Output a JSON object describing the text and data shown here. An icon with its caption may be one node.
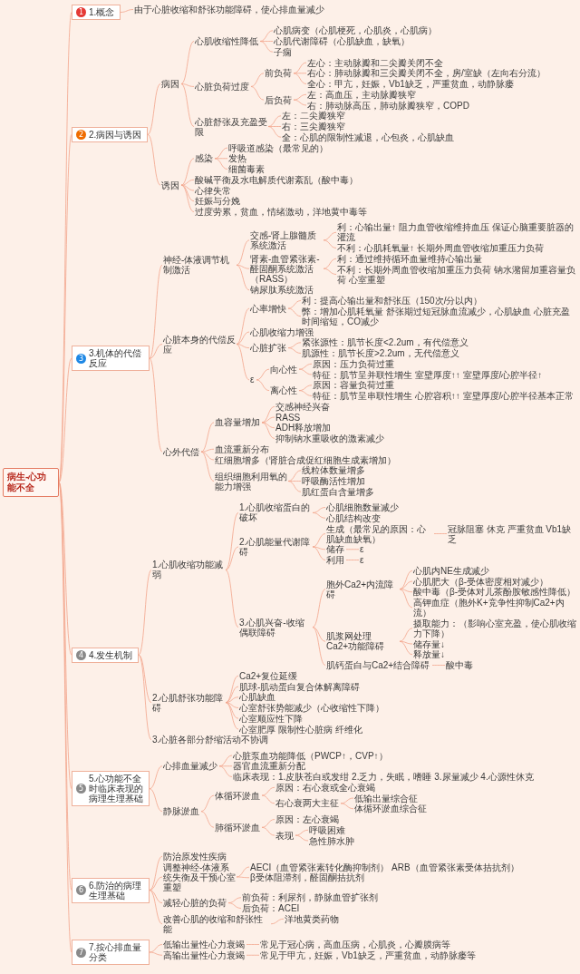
{
  "diagram": {
    "nodes": [
      {
        "text": [
          "病生-心功能不全"
        ]
      },
      {
        "text": [
          "1",
          "1.概念"
        ]
      },
      {
        "text": [
          "由于心脏收缩和舒张功能障碍，使心排血量减少"
        ]
      },
      {
        "text": [
          "2",
          "2.病因与诱因"
        ]
      },
      {
        "text": [
          "病因"
        ]
      },
      {
        "text": [
          "心肌收缩性降低"
        ]
      },
      {
        "text": [
          "心肌病变（心肌梗死，心肌炎，心肌病）"
        ]
      },
      {
        "text": [
          "心肌代谢障碍（心肌缺血，缺氧）"
        ]
      },
      {
        "text": [
          "子痫"
        ]
      },
      {
        "text": [
          "心脏负荷过度"
        ]
      },
      {
        "text": [
          "前负荷"
        ]
      },
      {
        "text": [
          "左心：主动脉瓣和二尖瓣关闭不全"
        ]
      },
      {
        "text": [
          "右心：肺动脉瓣和三尖瓣关闭不全，房/室缺（左向右分流）"
        ]
      },
      {
        "text": [
          "全心：甲亢，妊娠，Vb1缺乏，严重贫血，动静脉瘘"
        ]
      },
      {
        "text": [
          "后负荷"
        ]
      },
      {
        "text": [
          "左：高血压，主动脉瓣狭窄"
        ]
      },
      {
        "text": [
          "右：肺动脉高压，肺动脉瓣狭窄，COPD"
        ]
      },
      {
        "text": [
          "心脏舒张及充盈受限"
        ]
      },
      {
        "text": [
          "左：二尖瓣狭窄"
        ]
      },
      {
        "text": [
          "右：三尖瓣狭窄"
        ]
      },
      {
        "text": [
          "全：心肌的限制性减退，心包炎，心肌缺血"
        ]
      },
      {
        "text": [
          "诱因"
        ]
      },
      {
        "text": [
          "感染"
        ]
      },
      {
        "text": [
          "呼吸道感染（最常见的）"
        ]
      },
      {
        "text": [
          "发热"
        ]
      },
      {
        "text": [
          "细菌毒素"
        ]
      },
      {
        "text": [
          "酸碱平衡及水电解质代谢紊乱（酸中毒）"
        ]
      },
      {
        "text": [
          "心律失常"
        ]
      },
      {
        "text": [
          "妊娠与分娩"
        ]
      },
      {
        "text": [
          "过度劳累，贫血，情绪激动，洋地黄中毒等"
        ]
      },
      {
        "text": [
          "3",
          "3.机体的代偿反应"
        ]
      },
      {
        "text": [
          "神经-体液调节机制激活"
        ]
      },
      {
        "text": [
          "交感-肾上腺髓质系统激活"
        ]
      },
      {
        "text": [
          "利：心输出量↑ 阻力血管收缩维持血压 保证心脑重要脏器的灌流"
        ]
      },
      {
        "text": [
          "不利：心肌耗氧量↑ 长期外周血管收缩加重压力负荷"
        ]
      },
      {
        "text": [
          "肾素-血管紧张素-醛固酮系统激活（RASS）"
        ]
      },
      {
        "text": [
          "利：通过维持循环血量维持心输出量"
        ]
      },
      {
        "text": [
          "不利：长期外周血管收缩加重压力负荷 钠水潴留加重容量负荷 心室重塑"
        ]
      },
      {
        "text": [
          "钠尿肽系统激活"
        ]
      },
      {
        "text": [
          "心脏本身的代偿反应"
        ]
      },
      {
        "text": [
          "心率增快"
        ]
      },
      {
        "text": [
          "利：提高心输出量和舒张压（150次/分以内）"
        ]
      },
      {
        "text": [
          "弊：增加心肌耗氧量 舒张期过短冠脉血流减少，心肌缺血 心脏充盈时间缩短，CO减少"
        ]
      },
      {
        "text": [
          "心肌收缩力增强"
        ]
      },
      {
        "text": [
          "心脏扩张"
        ]
      },
      {
        "text": [
          "紧张源性：肌节长度<2.2um，有代偿意义"
        ]
      },
      {
        "text": [
          "肌源性：肌节长度>2.2um，无代偿意义"
        ]
      },
      {
        "text": [
          "ε"
        ]
      },
      {
        "text": [
          "向心性"
        ]
      },
      {
        "text": [
          "原因：压力负荷过重"
        ]
      },
      {
        "text": [
          "特征：肌节呈并联性增生 室壁厚度↑↑ 室壁厚度/心腔半径↑"
        ]
      },
      {
        "text": [
          "离心性"
        ]
      },
      {
        "text": [
          "原因：容量负荷过重"
        ]
      },
      {
        "text": [
          "特征：肌节呈串联性增生 心腔容积↑↑ 室壁厚度/心腔半径基本正常"
        ]
      },
      {
        "text": [
          "心外代偿"
        ]
      },
      {
        "text": [
          "血容量增加"
        ]
      },
      {
        "text": [
          "交感神经兴奋"
        ]
      },
      {
        "text": [
          "RASS"
        ]
      },
      {
        "text": [
          "ADH释放增加"
        ]
      },
      {
        "text": [
          "抑制钠水重吸收的激素减少"
        ]
      },
      {
        "text": [
          "血流重新分布"
        ]
      },
      {
        "text": [
          "红细胞增多（肾脏合成促红细胞生成素增加）"
        ]
      },
      {
        "text": [
          "组织细胞利用氧的能力增强"
        ]
      },
      {
        "text": [
          "线粒体数量增多"
        ]
      },
      {
        "text": [
          "呼吸酶活性增加"
        ]
      },
      {
        "text": [
          "肌红蛋白含量增多"
        ]
      },
      {
        "text": [
          "4",
          "4.发生机制"
        ]
      },
      {
        "text": [
          "1.心肌收缩功能减弱"
        ]
      },
      {
        "text": [
          "1.心肌收缩蛋白的破坏"
        ]
      },
      {
        "text": [
          "心肌细胞数量减少"
        ]
      },
      {
        "text": [
          "心肌结构改变"
        ]
      },
      {
        "text": [
          "2.心肌能量代谢障碍"
        ]
      },
      {
        "text": [
          "生成（最常见的原因：心肌缺血缺氧）"
        ]
      },
      {
        "text": [
          "冠脉阻塞 休克 严重贫血 Vb1缺乏"
        ]
      },
      {
        "text": [
          "储存"
        ]
      },
      {
        "text": [
          "ε"
        ]
      },
      {
        "text": [
          "利用"
        ]
      },
      {
        "text": [
          "ε"
        ]
      },
      {
        "text": [
          "3.心肌兴奋-收缩偶联障碍"
        ]
      },
      {
        "text": [
          "胞外Ca2+内流障碍"
        ]
      },
      {
        "text": [
          "心肌内NE生成减少"
        ]
      },
      {
        "text": [
          "心肌肥大（β-受体密度相对减少）"
        ]
      },
      {
        "text": [
          "酸中毒（β-受体对儿茶酚胺敏感性降低）"
        ]
      },
      {
        "text": [
          "高钾血症（胞外K+竞争性抑制Ca2+内流）"
        ]
      },
      {
        "text": [
          "肌浆网处理Ca2+功能障碍"
        ]
      },
      {
        "text": [
          "摄取能力：（影响心室充盈，使心肌收缩力下降）"
        ]
      },
      {
        "text": [
          "储存量↓"
        ]
      },
      {
        "text": [
          "释放量↓"
        ]
      },
      {
        "text": [
          "肌钙蛋白与Ca2+结合障碍"
        ]
      },
      {
        "text": [
          "酸中毒"
        ]
      },
      {
        "text": [
          "2.心肌舒张功能障碍"
        ]
      },
      {
        "text": [
          "Ca2+复位延缓"
        ]
      },
      {
        "text": [
          "肌球-肌动蛋白复合体解离障碍"
        ]
      },
      {
        "text": [
          "心肌缺血"
        ]
      },
      {
        "text": [
          "心室舒张势能减少（心收缩性下降）"
        ]
      },
      {
        "text": [
          "心室顺应性下降"
        ]
      },
      {
        "text": [
          "心室肥厚 限制性心脏病 纤维化"
        ]
      },
      {
        "text": [
          "3.心脏各部分舒缩活动不协调"
        ]
      },
      {
        "text": [
          "5",
          "5.心功能不全时临床表现的病理生理基础"
        ]
      },
      {
        "text": [
          "心排血量减少"
        ]
      },
      {
        "text": [
          "心脏泵血功能降低（PWCP↑，CVP↑）"
        ]
      },
      {
        "text": [
          "器官血流重新分配"
        ]
      },
      {
        "text": [
          "临床表现：1.皮肤苍白或发绀 2.乏力，失眠，嗜睡 3.尿量减少 4.心源性休克"
        ]
      },
      {
        "text": [
          "静脉淤血"
        ]
      },
      {
        "text": [
          "体循环淤血"
        ]
      },
      {
        "text": [
          "原因：右心衰或全心衰竭"
        ]
      },
      {
        "text": [
          "右心衰两大主征"
        ]
      },
      {
        "text": [
          "低输出量综合征"
        ]
      },
      {
        "text": [
          "体循环淤血综合征"
        ]
      },
      {
        "text": [
          "肺循环淤血"
        ]
      },
      {
        "text": [
          "原因：左心衰竭"
        ]
      },
      {
        "text": [
          "表现"
        ]
      },
      {
        "text": [
          "呼吸困难"
        ]
      },
      {
        "text": [
          "急性肺水肿"
        ]
      },
      {
        "text": [
          "6",
          "6.防治的病理生理基础"
        ]
      },
      {
        "text": [
          "防治原发性疾病"
        ]
      },
      {
        "text": [
          "调整神经-体液系统失衡及干预心室重塑"
        ]
      },
      {
        "text": [
          "AECI（血管紧张素转化酶抑制剂） ARB（血管紧张素受体拮抗剂）"
        ]
      },
      {
        "text": [
          "β受体阻滞剂，醛固酮拮抗剂"
        ]
      },
      {
        "text": [
          "减轻心脏的负荷"
        ]
      },
      {
        "text": [
          "前负荷：利尿剂，静脉血管扩张剂"
        ]
      },
      {
        "text": [
          "后负荷：ACEI"
        ]
      },
      {
        "text": [
          "改善心肌的收缩和舒张性能"
        ]
      },
      {
        "text": [
          "洋地黄类药物"
        ]
      },
      {
        "text": [
          "7",
          "7.按心排血量分类"
        ]
      },
      {
        "text": [
          "低输出量性心力衰竭"
        ]
      },
      {
        "text": [
          "常见于冠心病，高血压病，心肌炎，心瓣膜病等"
        ]
      },
      {
        "text": [
          "高输出量性心力衰竭"
        ]
      },
      {
        "text": [
          "常见于甲亢，妊娠，Vb1缺乏，严重贫血，动静脉瘘等"
        ]
      }
    ],
    "edges": [
      {
        "from": 0,
        "to": 1,
        "arrow": "none"
      },
      {
        "from": 1,
        "to": 2,
        "arrow": "none"
      },
      {
        "from": 0,
        "to": 3,
        "arrow": "none"
      },
      {
        "from": 3,
        "to": 4,
        "arrow": "none"
      },
      {
        "from": 4,
        "to": 5,
        "arrow": "none"
      },
      {
        "from": 5,
        "to": 6,
        "arrow": "none"
      },
      {
        "from": 5,
        "to": 7,
        "arrow": "none"
      },
      {
        "from": 5,
        "to": 8,
        "arrow": "none"
      },
      {
        "from": 4,
        "to": 9,
        "arrow": "none"
      },
      {
        "from": 9,
        "to": 10,
        "arrow": "none"
      },
      {
        "from": 10,
        "to": 11,
        "arrow": "none"
      },
      {
        "from": 10,
        "to": 12,
        "arrow": "none"
      },
      {
        "from": 10,
        "to": 13,
        "arrow": "none"
      },
      {
        "from": 9,
        "to": 14,
        "arrow": "none"
      },
      {
        "from": 14,
        "to": 15,
        "arrow": "none"
      },
      {
        "from": 14,
        "to": 16,
        "arrow": "none"
      },
      {
        "from": 4,
        "to": 17,
        "arrow": "none"
      },
      {
        "from": 17,
        "to": 18,
        "arrow": "none"
      },
      {
        "from": 17,
        "to": 19,
        "arrow": "none"
      },
      {
        "from": 17,
        "to": 20,
        "arrow": "none"
      },
      {
        "from": 3,
        "to": 21,
        "arrow": "none"
      },
      {
        "from": 21,
        "to": 22,
        "arrow": "none"
      },
      {
        "from": 22,
        "to": 23,
        "arrow": "none"
      },
      {
        "from": 22,
        "to": 24,
        "arrow": "none"
      },
      {
        "from": 22,
        "to": 25,
        "arrow": "none"
      },
      {
        "from": 21,
        "to": 26,
        "arrow": "none"
      },
      {
        "from": 21,
        "to": 27,
        "arrow": "none"
      },
      {
        "from": 21,
        "to": 28,
        "arrow": "none"
      },
      {
        "from": 21,
        "to": 29,
        "arrow": "none"
      },
      {
        "from": 0,
        "to": 30,
        "arrow": "none"
      },
      {
        "from": 30,
        "to": 31,
        "arrow": "none"
      },
      {
        "from": 31,
        "to": 32,
        "arrow": "none"
      },
      {
        "from": 32,
        "to": 33,
        "arrow": "none"
      },
      {
        "from": 32,
        "to": 34,
        "arrow": "none"
      },
      {
        "from": 31,
        "to": 35,
        "arrow": "none"
      },
      {
        "from": 35,
        "to": 36,
        "arrow": "none"
      },
      {
        "from": 35,
        "to": 37,
        "arrow": "none"
      },
      {
        "from": 31,
        "to": 38,
        "arrow": "none"
      },
      {
        "from": 30,
        "to": 39,
        "arrow": "none"
      },
      {
        "from": 39,
        "to": 40,
        "arrow": "none"
      },
      {
        "from": 40,
        "to": 41,
        "arrow": "none"
      },
      {
        "from": 40,
        "to": 42,
        "arrow": "none"
      },
      {
        "from": 39,
        "to": 43,
        "arrow": "none"
      },
      {
        "from": 39,
        "to": 44,
        "arrow": "none"
      },
      {
        "from": 44,
        "to": 45,
        "arrow": "none"
      },
      {
        "from": 44,
        "to": 46,
        "arrow": "none"
      },
      {
        "from": 39,
        "to": 47,
        "arrow": "none"
      },
      {
        "from": 47,
        "to": 48,
        "arrow": "none"
      },
      {
        "from": 48,
        "to": 49,
        "arrow": "none"
      },
      {
        "from": 48,
        "to": 50,
        "arrow": "none"
      },
      {
        "from": 47,
        "to": 51,
        "arrow": "none"
      },
      {
        "from": 51,
        "to": 52,
        "arrow": "none"
      },
      {
        "from": 51,
        "to": 53,
        "arrow": "none"
      },
      {
        "from": 30,
        "to": 54,
        "arrow": "none"
      },
      {
        "from": 54,
        "to": 55,
        "arrow": "none"
      },
      {
        "from": 55,
        "to": 56,
        "arrow": "none"
      },
      {
        "from": 55,
        "to": 57,
        "arrow": "none"
      },
      {
        "from": 55,
        "to": 58,
        "arrow": "none"
      },
      {
        "from": 55,
        "to": 59,
        "arrow": "none"
      },
      {
        "from": 54,
        "to": 60,
        "arrow": "none"
      },
      {
        "from": 54,
        "to": 61,
        "arrow": "none"
      },
      {
        "from": 54,
        "to": 62,
        "arrow": "none"
      },
      {
        "from": 62,
        "to": 63,
        "arrow": "none"
      },
      {
        "from": 62,
        "to": 64,
        "arrow": "none"
      },
      {
        "from": 62,
        "to": 65,
        "arrow": "none"
      },
      {
        "from": 0,
        "to": 66,
        "arrow": "none"
      },
      {
        "from": 66,
        "to": 67,
        "arrow": "none"
      },
      {
        "from": 67,
        "to": 68,
        "arrow": "none"
      },
      {
        "from": 68,
        "to": 69,
        "arrow": "none"
      },
      {
        "from": 68,
        "to": 70,
        "arrow": "none"
      },
      {
        "from": 67,
        "to": 71,
        "arrow": "none"
      },
      {
        "from": 71,
        "to": 72,
        "arrow": "none"
      },
      {
        "from": 72,
        "to": 73,
        "arrow": "none"
      },
      {
        "from": 71,
        "to": 74,
        "arrow": "none"
      },
      {
        "from": 74,
        "to": 75,
        "arrow": "none"
      },
      {
        "from": 71,
        "to": 76,
        "arrow": "none"
      },
      {
        "from": 76,
        "to": 77,
        "arrow": "none"
      },
      {
        "from": 67,
        "to": 78,
        "arrow": "none"
      },
      {
        "from": 78,
        "to": 79,
        "arrow": "none"
      },
      {
        "from": 79,
        "to": 80,
        "arrow": "none"
      },
      {
        "from": 79,
        "to": 81,
        "arrow": "none"
      },
      {
        "from": 79,
        "to": 82,
        "arrow": "none"
      },
      {
        "from": 79,
        "to": 83,
        "arrow": "none"
      },
      {
        "from": 78,
        "to": 84,
        "arrow": "none"
      },
      {
        "from": 84,
        "to": 85,
        "arrow": "none"
      },
      {
        "from": 84,
        "to": 86,
        "arrow": "none"
      },
      {
        "from": 84,
        "to": 87,
        "arrow": "none"
      },
      {
        "from": 78,
        "to": 88,
        "arrow": "none"
      },
      {
        "from": 88,
        "to": 89,
        "arrow": "none"
      },
      {
        "from": 66,
        "to": 90,
        "arrow": "none"
      },
      {
        "from": 90,
        "to": 91,
        "arrow": "none"
      },
      {
        "from": 90,
        "to": 92,
        "arrow": "none"
      },
      {
        "from": 90,
        "to": 93,
        "arrow": "none"
      },
      {
        "from": 90,
        "to": 94,
        "arrow": "none"
      },
      {
        "from": 90,
        "to": 95,
        "arrow": "none"
      },
      {
        "from": 90,
        "to": 96,
        "arrow": "none"
      },
      {
        "from": 66,
        "to": 97,
        "arrow": "none"
      },
      {
        "from": 0,
        "to": 98,
        "arrow": "none"
      },
      {
        "from": 98,
        "to": 99,
        "arrow": "none"
      },
      {
        "from": 99,
        "to": 100,
        "arrow": "none"
      },
      {
        "from": 99,
        "to": 101,
        "arrow": "none"
      },
      {
        "from": 99,
        "to": 102,
        "arrow": "none"
      },
      {
        "from": 98,
        "to": 103,
        "arrow": "none"
      },
      {
        "from": 103,
        "to": 104,
        "arrow": "none"
      },
      {
        "from": 104,
        "to": 105,
        "arrow": "none"
      },
      {
        "from": 104,
        "to": 106,
        "arrow": "none"
      },
      {
        "from": 106,
        "to": 107,
        "arrow": "none"
      },
      {
        "from": 106,
        "to": 108,
        "arrow": "none"
      },
      {
        "from": 103,
        "to": 109,
        "arrow": "none"
      },
      {
        "from": 109,
        "to": 110,
        "arrow": "none"
      },
      {
        "from": 109,
        "to": 111,
        "arrow": "none"
      },
      {
        "from": 111,
        "to": 112,
        "arrow": "none"
      },
      {
        "from": 111,
        "to": 113,
        "arrow": "none"
      },
      {
        "from": 0,
        "to": 114,
        "arrow": "none"
      },
      {
        "from": 114,
        "to": 115,
        "arrow": "none"
      },
      {
        "from": 114,
        "to": 116,
        "arrow": "none"
      },
      {
        "from": 116,
        "to": 117,
        "arrow": "none"
      },
      {
        "from": 116,
        "to": 118,
        "arrow": "none"
      },
      {
        "from": 114,
        "to": 119,
        "arrow": "none"
      },
      {
        "from": 119,
        "to": 120,
        "arrow": "none"
      },
      {
        "from": 119,
        "to": 121,
        "arrow": "none"
      },
      {
        "from": 114,
        "to": 122,
        "arrow": "none"
      },
      {
        "from": 122,
        "to": 123,
        "arrow": "none"
      },
      {
        "from": 0,
        "to": 124,
        "arrow": "none"
      },
      {
        "from": 124,
        "to": 125,
        "arrow": "none"
      },
      {
        "from": 125,
        "to": 126,
        "arrow": "none"
      },
      {
        "from": 124,
        "to": 127,
        "arrow": "none"
      },
      {
        "from": 127,
        "to": 128,
        "arrow": "none"
      }
    ]
  }
}
